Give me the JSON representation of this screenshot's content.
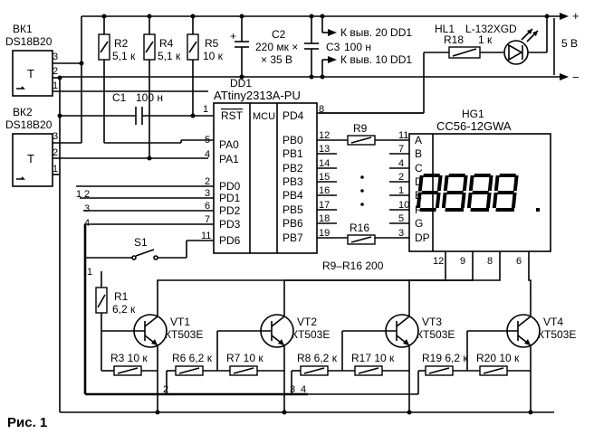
{
  "figure_caption": "Рис. 1",
  "power": {
    "plus": "+",
    "minus": "−",
    "voltage": "5 В"
  },
  "sensors": [
    {
      "ref": "ВК1",
      "part": "DS18B20",
      "body": "T",
      "pins": [
        "3",
        "2",
        "1"
      ]
    },
    {
      "ref": "ВК2",
      "part": "DS18B20",
      "body": "T",
      "pins": [
        "3",
        "2",
        "1"
      ]
    }
  ],
  "resistors": {
    "r2": {
      "ref": "R2",
      "value": "5,1 к"
    },
    "r4": {
      "ref": "R4",
      "value": "5,1 к"
    },
    "r5": {
      "ref": "R5",
      "value": "10 к"
    },
    "r18": {
      "ref": "R18",
      "value": "1 к"
    },
    "r9": {
      "ref": "R9"
    },
    "r16": {
      "ref": "R16"
    },
    "r9_r16_note": "R9–R16 200",
    "r1": {
      "ref": "R1",
      "value": "6,2 к"
    },
    "r3": {
      "ref": "R3",
      "value": "10 к"
    },
    "r6": {
      "ref": "R6",
      "value": "6,2 к"
    },
    "r7": {
      "ref": "R7",
      "value": "10 к"
    },
    "r8": {
      "ref": "R8",
      "value": "6,2 к"
    },
    "r17": {
      "ref": "R17",
      "value": "10 к"
    },
    "r19": {
      "ref": "R19",
      "value": "6,2 к"
    },
    "r20": {
      "ref": "R20",
      "value": "10 к"
    }
  },
  "capacitors": {
    "c1": {
      "ref": "C1",
      "value": "100 н"
    },
    "c2": {
      "ref": "C2",
      "value1": "220 мк ×",
      "value2": "× 35 В",
      "plus": "+"
    },
    "c3": {
      "ref": "C3",
      "value": "100 н"
    }
  },
  "notes": {
    "pin20": "К выв. 20 DD1",
    "pin10": "К выв. 10 DD1"
  },
  "led": {
    "ref": "HL1",
    "part": "L-132XGD"
  },
  "mcu": {
    "ref": "DD1",
    "part": "ATtiny2313A-PU",
    "center": "MCU",
    "rst": "RST",
    "pd4": "PD4",
    "pd4_pin": "8",
    "rst_pin": "1",
    "left_pins": [
      {
        "name": "PA0",
        "num": "5"
      },
      {
        "name": "PA1",
        "num": "4"
      },
      {
        "name": "PD0",
        "num": "2"
      },
      {
        "name": "PD1",
        "num": "3"
      },
      {
        "name": "PD2",
        "num": "6"
      },
      {
        "name": "PD3",
        "num": "7"
      },
      {
        "name": "PD6",
        "num": "11"
      }
    ],
    "right_pins": [
      {
        "name": "PB0",
        "num": "12"
      },
      {
        "name": "PB1",
        "num": "13"
      },
      {
        "name": "PB2",
        "num": "14"
      },
      {
        "name": "PB3",
        "num": "15"
      },
      {
        "name": "PB4",
        "num": "16"
      },
      {
        "name": "PB5",
        "num": "17"
      },
      {
        "name": "PB6",
        "num": "18"
      },
      {
        "name": "PB7",
        "num": "19"
      }
    ]
  },
  "display": {
    "ref": "HG1",
    "part": "CC56-12GWA",
    "digits": "8.8.8.8",
    "segments": [
      {
        "name": "A",
        "num": "11"
      },
      {
        "name": "B",
        "num": "7"
      },
      {
        "name": "C",
        "num": "4"
      },
      {
        "name": "D",
        "num": "2"
      },
      {
        "name": "E",
        "num": "1"
      },
      {
        "name": "F",
        "num": "10"
      },
      {
        "name": "G",
        "num": "5"
      },
      {
        "name": "DP",
        "num": "3"
      }
    ],
    "common_pins": [
      "12",
      "9",
      "8",
      "6"
    ]
  },
  "switch": {
    "ref": "S1"
  },
  "transistors": [
    {
      "ref": "VT1",
      "part": "КТ503Е"
    },
    {
      "ref": "VT2",
      "part": "КТ503Е"
    },
    {
      "ref": "VT3",
      "part": "КТ503Е"
    },
    {
      "ref": "VT4",
      "part": "КТ503Е"
    }
  ],
  "bus_labels": {
    "b1": "1",
    "b2": "2",
    "b3": "3",
    "b4": "4",
    "r1_top": "1",
    "t2": "2",
    "t3": "3",
    "t4": "4"
  }
}
